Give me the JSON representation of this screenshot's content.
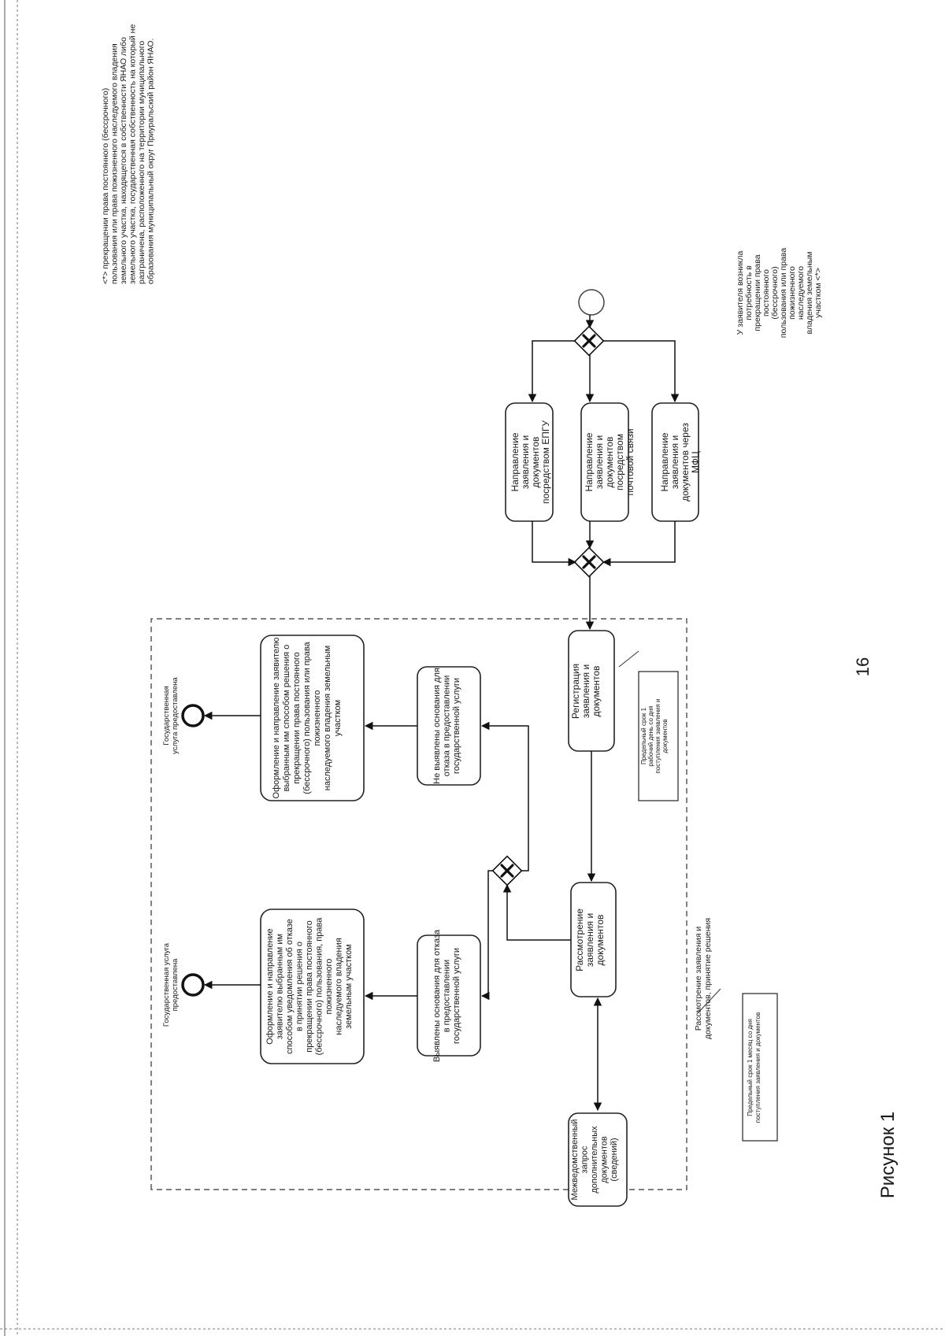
{
  "page": {
    "number": "16",
    "figure_caption": "Рисунок 1"
  },
  "start_event": {
    "lines": [
      "У заявителя возникла",
      "потребность в",
      "прекращении права",
      "постоянного",
      "(бессрочного)",
      "пользования или права",
      "пожизненного",
      "наследуемого",
      "владения земельным",
      "участком <*>"
    ]
  },
  "channels": [
    {
      "id": "mfc",
      "lines": [
        "Направление",
        "заявления и",
        "документов через",
        "МФЦ"
      ]
    },
    {
      "id": "post",
      "lines": [
        "Направление",
        "заявления и",
        "документов",
        "посредством",
        "почтовой связи"
      ]
    },
    {
      "id": "epgu",
      "lines": [
        "Направление",
        "заявления и",
        "документов",
        "посредством ЕПГУ"
      ]
    }
  ],
  "registration": {
    "lines": [
      "Регистрация",
      "заявления и",
      "документов"
    ]
  },
  "registration_note": {
    "lines": [
      "Предельный срок 1",
      "рабочий день со дня",
      "поступления заявления и",
      "документов"
    ]
  },
  "review": {
    "lines": [
      "Рассмотрение",
      "заявления и",
      "документов"
    ]
  },
  "review_note": {
    "lines": [
      "Предельный срок 1 месяц со дня",
      "поступления заявления и документов"
    ]
  },
  "review_label": {
    "lines": [
      "Рассмотрение заявления и",
      "документов, принятие решения"
    ]
  },
  "interagency_request": {
    "lines": [
      "Межведомственный",
      "запрос",
      "дополнительных",
      "документов",
      "(сведений)"
    ]
  },
  "no_grounds": {
    "lines": [
      "Не выявлены основания для",
      "отказа в предоставлении",
      "государственной услуги"
    ]
  },
  "grounds_found": {
    "lines": [
      "Выявлены основания для отказа",
      "в предоставлении",
      "государственной услуги"
    ]
  },
  "decision_positive": {
    "lines": [
      "Оформление и направление заявителю",
      "выбранным им способом решения о",
      "прекращении права постоянного",
      "(бессрочного) пользования или права",
      "пожизненного",
      "наследуемого владения земельным",
      "участком"
    ]
  },
  "decision_negative": {
    "lines": [
      "Оформление и направление",
      "заявителю выбранным им",
      "способом уведомления об отказе",
      "в принятии решения о",
      "прекращении права постоянного",
      "(бессрочного) пользования, права",
      "пожизненного",
      "наследуемого владения",
      "земельным участком"
    ]
  },
  "end_positive": {
    "lines": [
      "Государственная",
      "услуга предоставлена"
    ]
  },
  "end_negative": {
    "lines": [
      "Государственная услуга",
      "предоставлена"
    ]
  },
  "footnote": {
    "lines": [
      "<*>      прекращении      права      постоянного      (бессрочного)",
      "пользования    или    права    пожизненного    наследуемого    владения",
      "земельного  участка,  находящегося  в  собственности  ЯНАО  либо",
      "земельного участка, государственная собственность на который не",
      "разграничена,   расположенного   на   территории   муниципального",
      "образования муниципальный округ Приуральский район ЯНАО."
    ]
  }
}
